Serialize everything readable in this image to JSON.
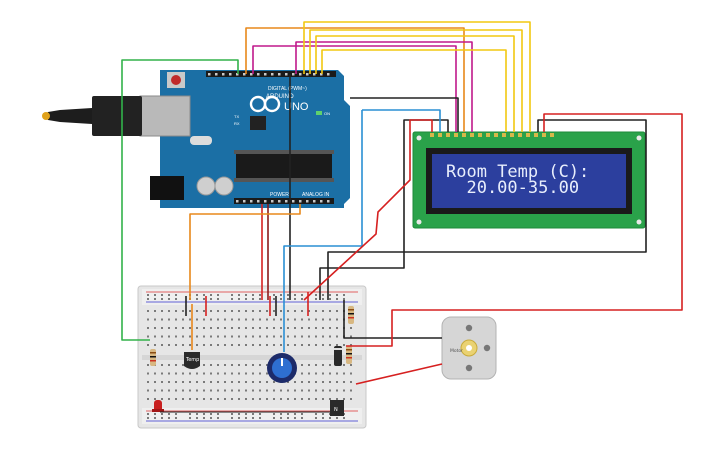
{
  "arduino": {
    "logo_text": "ARDUINO",
    "model": "UNO",
    "digital_label": "DIGITAL (PWM~)",
    "power_label": "POWER",
    "analog_label": "ANALOG IN",
    "on_label": "ON",
    "tx_label": "TX",
    "rx_label": "RX"
  },
  "lcd": {
    "line1": "Room Temp (C):",
    "line2": "  20.00-35.00"
  },
  "temp_sensor": {
    "label": "Temp"
  },
  "motor": {
    "label": "Motor"
  },
  "transistor": {
    "label": "N"
  },
  "colors": {
    "board": "#1b6fa5",
    "breadboard": "#e9e9e9",
    "lcd_body": "#2aa24a",
    "lcd_screen": "#2c3f9e",
    "wire_orange": "#e8881c",
    "wire_yellow": "#f2c811",
    "wire_magenta": "#c0198b",
    "wire_red": "#d62020",
    "wire_black": "#222222",
    "wire_green": "#32b24a",
    "wire_blue": "#2a8fd4"
  }
}
